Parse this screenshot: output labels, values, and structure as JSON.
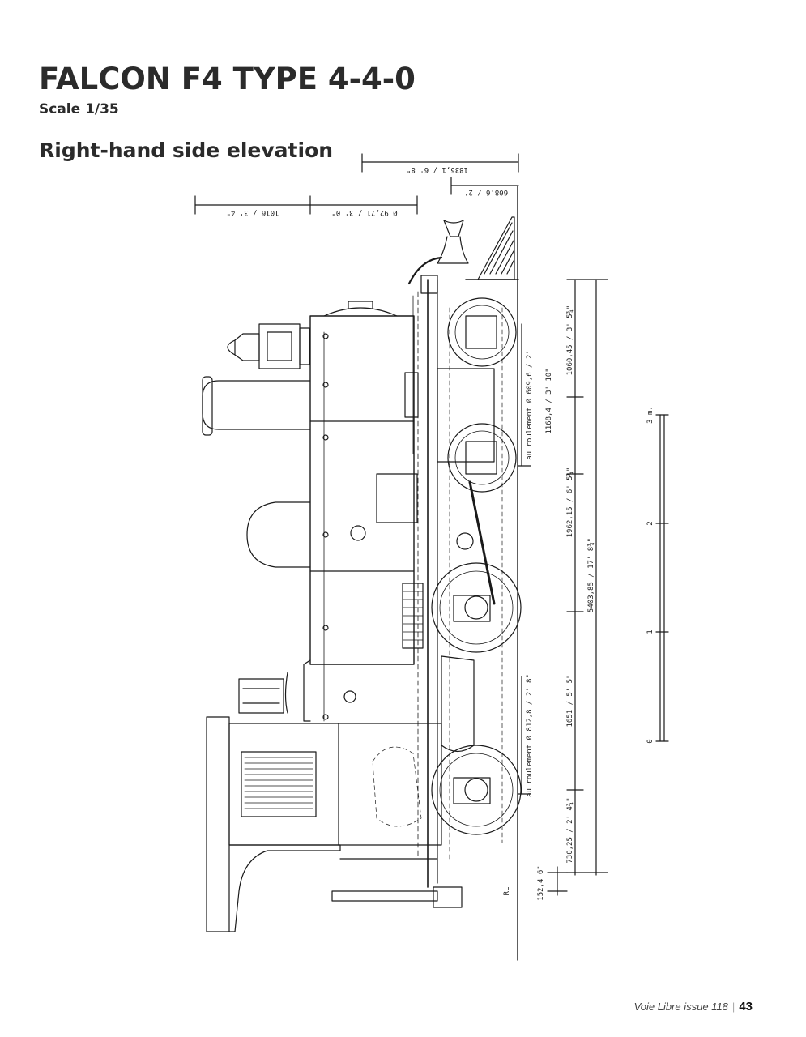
{
  "page": {
    "title": "FALCON F4 TYPE 4-4-0",
    "scale": "Scale 1/35",
    "view_title": "Right-hand side elevation"
  },
  "dimensions": {
    "top_overall": "1835,1 / 6' 8\"",
    "top_right": "608,6 / 2'",
    "top_left": "1016 / 3' 4\"",
    "top_mid": "Ø 92,71 / 3' 0\"",
    "bogie_bearing": "au roulement Ø 609,6 / 2'",
    "driver_bearing": "au roulement Ø 812,8 / 2' 8\"",
    "bogie_wheelbase": "1060,45 / 3' 5¾\"",
    "bogie_to_pivot": "1168,4 / 3' 10\"",
    "pivot_to_driver": "1962,15 / 6' 5¼\"",
    "total_wheelbase": "5403,85 / 17' 8¾\"",
    "coupled_wheelbase": "1651 / 5' 5\"",
    "rear_overhang": "730,25 / 2' 4¾\"",
    "rail_height": "152,4 6\"",
    "rail_mark": "RL"
  },
  "scale_bar": {
    "ticks": [
      "0",
      "1",
      "2",
      "3 m."
    ]
  },
  "footer": {
    "publication": "Voie Libre issue 118",
    "page_number": "43"
  },
  "colors": {
    "ink": "#2b2b2b",
    "line": "#1a1a1a"
  }
}
